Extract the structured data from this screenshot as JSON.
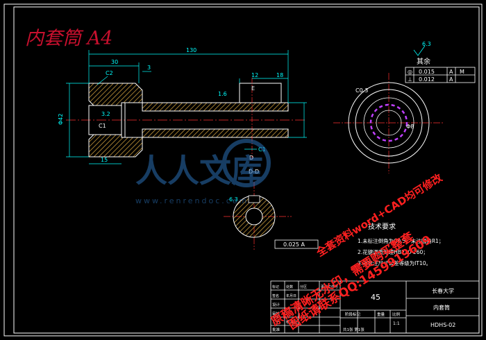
{
  "drawing_title": "内套筒 A4",
  "dims": {
    "overall_length": "130",
    "len_30": "30",
    "len_3": "3",
    "len_18": "18",
    "len_12": "12",
    "len_15": "15",
    "dia_42": "Φ42",
    "chamfer_c2": "C2",
    "chamfer_c1": "C1",
    "chamfer_c1_right": "C1",
    "rough_32": "3.2",
    "rough_16": "1.6",
    "rough_63_top": "6.3",
    "rough_63_section": "6.3",
    "section_e_label": "E",
    "section_d_label": "D",
    "section_de_title": "D-D",
    "section_ee_title": "E-E",
    "spline_chamfer": "C0.3",
    "spline_dia": "Φ8",
    "rest_label": "其余",
    "section_tol": "0.025 A",
    "tolerance_rows": [
      {
        "sym": "◎",
        "val": "0.015",
        "d1": "A",
        "d2": "M"
      },
      {
        "sym": "⊥",
        "val": "0.012",
        "d1": "A",
        "d2": ""
      }
    ]
  },
  "tech_requirements": {
    "heading": "技术要求",
    "items": [
      "1.未标注倒角为C0.5，未注圆角R1；",
      "2.花键调质处理HB220-260；",
      "3.未标注尺寸公差等级为IT10。"
    ]
  },
  "title_block": {
    "material": "45",
    "school": "长春大学",
    "part_name": "内套筒",
    "drawing_no": "HDHS-02",
    "scale": "1:1",
    "sheet": "共1张 第1张",
    "row_labels": [
      "标记",
      "处数",
      "分区",
      "更改文件号",
      "签名",
      "年月日"
    ],
    "role_labels": [
      "设计",
      "审核",
      "工艺",
      "标准化",
      "批准"
    ],
    "stage_label": "阶段标记",
    "weight_label": "重量",
    "scale_label": "比例"
  },
  "watermark": {
    "brand": "人人文库",
    "url": "www.renrendoc.com",
    "promo_1": "原稿清晰无水印，需要购买整套",
    "promo_2": "图纸请联系QQ:1459919609",
    "promo_3": "全套资料word+CAD均可修改"
  },
  "colors": {
    "background": "#000000",
    "outline": "#ffffff",
    "dimension": "#00ffff",
    "centerline": "#ff3030",
    "hatch": "#c89a3c",
    "title": "#c8102e",
    "watermark": "#ff2020",
    "spline": "#c040ff"
  }
}
